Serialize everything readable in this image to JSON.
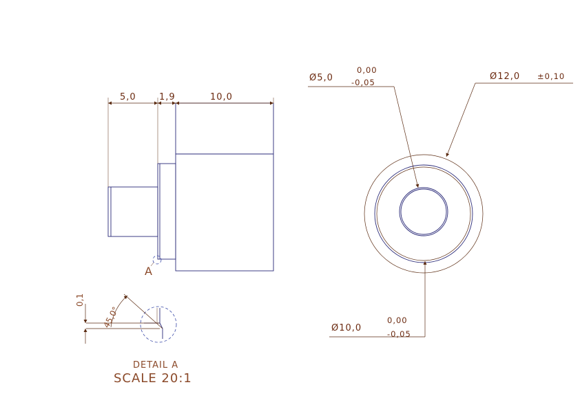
{
  "side_view": {
    "dim_left": "5,0",
    "dim_middle": "1,9",
    "dim_right": "10,0",
    "detail_marker": "A"
  },
  "front_view": {
    "inner_diameter": {
      "nominal": "Ø5,0",
      "upper": "0,00",
      "lower": "-0,05"
    },
    "outer_diameter": {
      "nominal": "Ø12,0",
      "tolerance": "±0,10"
    },
    "middle_diameter": {
      "nominal": "Ø10,0",
      "upper": "0,00",
      "lower": "-0,05"
    }
  },
  "detail": {
    "chamfer_length": "0,1",
    "chamfer_angle": "45,0°",
    "title": "DETAIL A",
    "scale": "SCALE 20:1"
  },
  "colors": {
    "part_lines": "#2a2a78",
    "dimension_lines": "#5a2a10",
    "text": "#6b2a10"
  }
}
